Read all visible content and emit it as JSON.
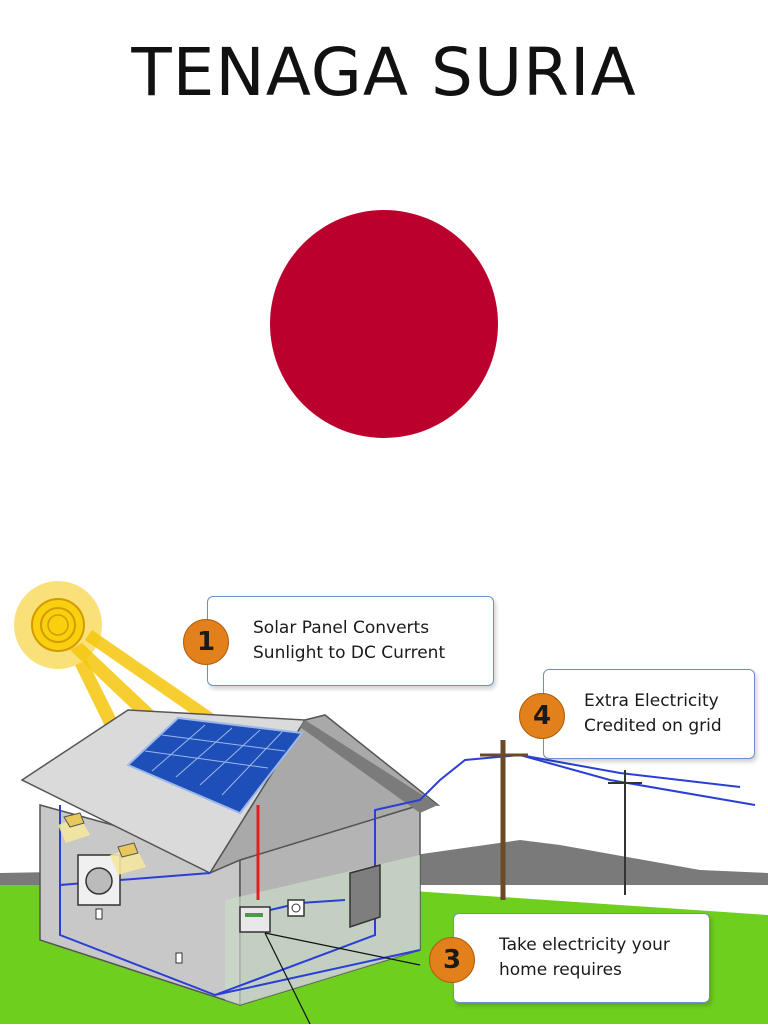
{
  "slide": {
    "title": "TENAGA SURIA"
  },
  "flag": {
    "background_color": "#ffffff",
    "disc_color": "#bc002d"
  },
  "diagram": {
    "colors": {
      "accent_orange": "#e2801b",
      "wire_blue": "#2a3fd6",
      "dc_wire_red": "#e02020",
      "grass_green": "#6fcf1f",
      "sun_yellow": "#f5c60a"
    },
    "steps": [
      {
        "number": "1",
        "line1": "Solar Panel Converts",
        "line2": "Sunlight to DC Current"
      },
      {
        "number": "4",
        "line1": "Extra Electricity",
        "line2": "Credited on grid"
      },
      {
        "number": "3",
        "line1": "Take electricity your",
        "line2": "home requires"
      }
    ]
  }
}
